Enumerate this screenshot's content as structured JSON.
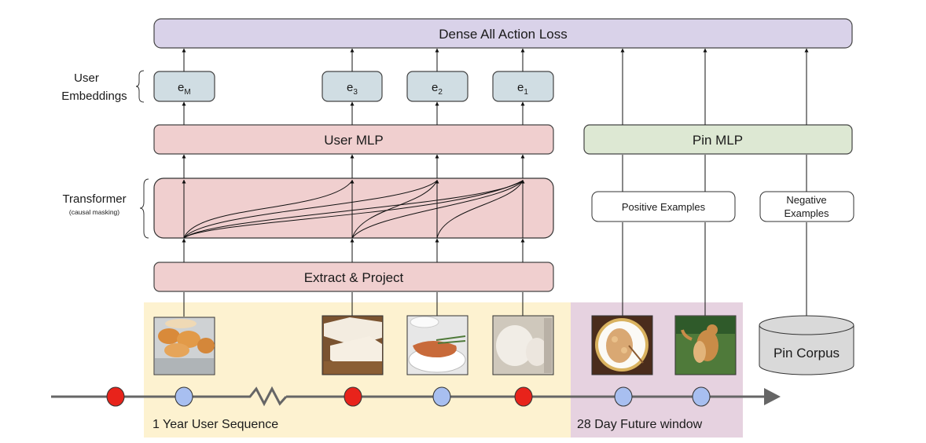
{
  "top": {
    "loss_label": "Dense All Action Loss"
  },
  "side_labels": {
    "user_embeddings_line1": "User",
    "user_embeddings_line2": "Embeddings",
    "transformer": "Transformer",
    "transformer_note": "(causal masking)"
  },
  "embeddings": [
    {
      "base": "e",
      "sub": "M"
    },
    {
      "base": "e",
      "sub": "3"
    },
    {
      "base": "e",
      "sub": "2"
    },
    {
      "base": "e",
      "sub": "1"
    }
  ],
  "blocks": {
    "user_mlp": "User MLP",
    "pin_mlp": "Pin MLP",
    "extract_project": "Extract & Project",
    "positive_examples": "Positive Examples",
    "negative_examples_line1": "Negative",
    "negative_examples_line2": "Examples",
    "pin_corpus": "Pin Corpus"
  },
  "images": [
    {
      "subject": "bread-rolls"
    },
    {
      "subject": "sliced-bread"
    },
    {
      "subject": "salmon-asparagus"
    },
    {
      "subject": "sleeping-dog"
    },
    {
      "subject": "shrimp-dish"
    },
    {
      "subject": "golden-retrievers"
    }
  ],
  "timeline": {
    "history_label": "1 Year User Sequence",
    "future_label": "28 Day Future window",
    "events": [
      "negative",
      "positive",
      "break",
      "negative",
      "positive",
      "negative",
      "positive",
      "positive"
    ]
  },
  "colors": {
    "loss_fill": "#d9d2e9",
    "embedding_fill": "#d0dde3",
    "user_fill": "#f0cfcf",
    "pin_fill": "#dde8d3",
    "history_bg": "#fdf2d0",
    "future_bg": "#e6d2e0",
    "negative_dot": "#e8231b",
    "positive_dot": "#a8bff0",
    "timeline": "#666666",
    "corpus_fill": "#d9d9d9"
  }
}
